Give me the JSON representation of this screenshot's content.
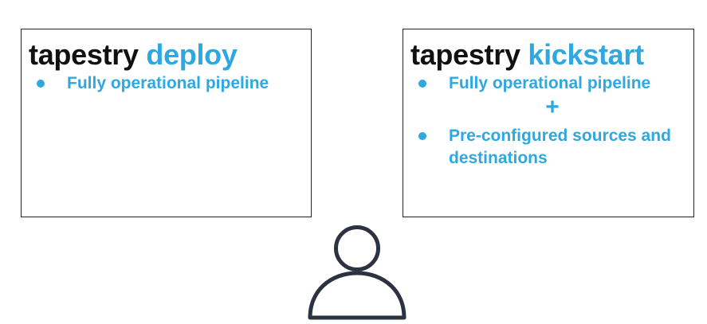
{
  "deploy_card": {
    "brand": "tapestry",
    "product": "deploy",
    "items": [
      "Fully operational pipeline"
    ]
  },
  "kickstart_card": {
    "brand": "tapestry",
    "product": "kickstart",
    "item_1": "Fully operational pipeline",
    "connector": "+",
    "item_2": "Pre-configured sources and destinations"
  },
  "colors": {
    "accent": "#2da8e0",
    "text": "#111111",
    "border": "#222222",
    "icon": "#2b3340"
  },
  "icons": {
    "user": "person-icon"
  }
}
